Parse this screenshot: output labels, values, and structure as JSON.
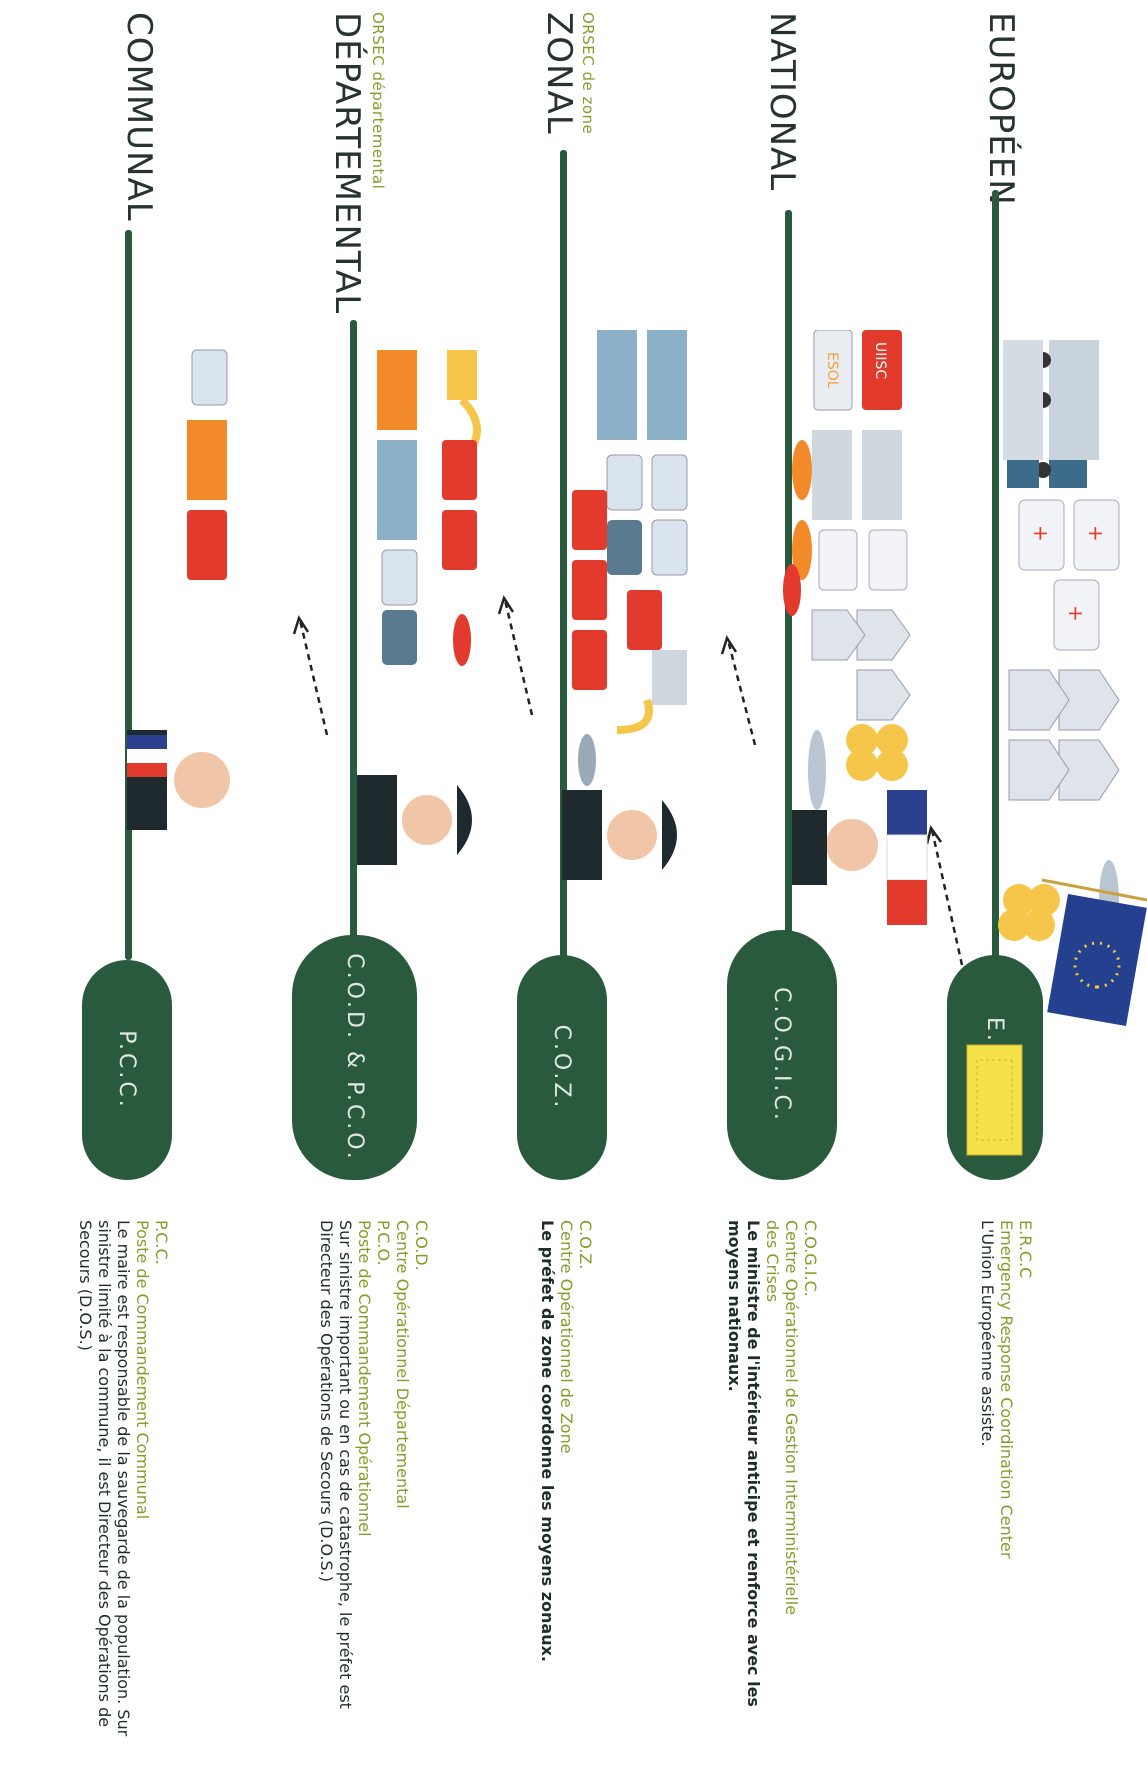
{
  "levels": [
    {
      "name": "EUROPÉEN",
      "subtitle": "",
      "center": "E.R.C.C",
      "legend": {
        "acronym": "E.R.C.C",
        "full": [
          "Emergency Response Coordination Center"
        ],
        "description": "L'Union Européenne assiste."
      }
    },
    {
      "name": "NATIONAL",
      "subtitle": "",
      "center": "C.O.G.I.C.",
      "legend": {
        "acronym": "C.O.G.I.C.",
        "full": [
          "Centre Opérationnel de Gestion Interministérielle",
          "des Crises"
        ],
        "description": "Le ministre de l'intérieur anticipe et renforce avec les moyens nationaux."
      }
    },
    {
      "name": "ZONAL",
      "subtitle": "ORSEC de zone",
      "center": "C.O.Z.",
      "legend": {
        "acronym": "C.O.Z.",
        "full": [
          "Centre Opérationnel de Zone"
        ],
        "description": "Le préfet de zone coordonne les moyens zonaux."
      }
    },
    {
      "name": "DÉPARTEMENTAL",
      "subtitle": "ORSEC départemental",
      "center": "C.O.D. & P.C.O.",
      "legend": {
        "acronym": "C.O.D.",
        "full": [
          "Centre Opérationnel Départemental",
          "P.C.O.",
          "Poste de Commandement Opérationnel"
        ],
        "description": "Sur sinistre important ou en cas de catastrophe, le préfet est Directeur des Opérations de Secours (D.O.S.)"
      }
    },
    {
      "name": "COMMUNAL",
      "subtitle": "",
      "center": "P.C.C.",
      "legend": {
        "acronym": "P.C.C.",
        "full": [
          "Poste de Commandement Communal"
        ],
        "description": "Le maire est responsable de la sauvegarde de la population. Sur sinistre limité à la commune, il est Directeur des Opérations de Secours (D.O.S.)"
      }
    }
  ],
  "vehicle_badges": {
    "esol": "ESOL",
    "uiisc": "UIISC"
  },
  "icons": [
    "eu-flag-icon",
    "french-flag-icon",
    "building-icon",
    "truck-icon",
    "ambulance-icon",
    "tent-icon",
    "plane-icon",
    "helicopter-icon",
    "fire-truck-icon",
    "excavator-icon",
    "prefect-icon",
    "minister-icon",
    "mayor-icon",
    "sandbag-icon"
  ],
  "colors": {
    "accent_green": "#2a5a3e",
    "subtitle_olive": "#8a9a2a",
    "fire_red": "#e23a2c",
    "sand": "#f5c64a"
  }
}
